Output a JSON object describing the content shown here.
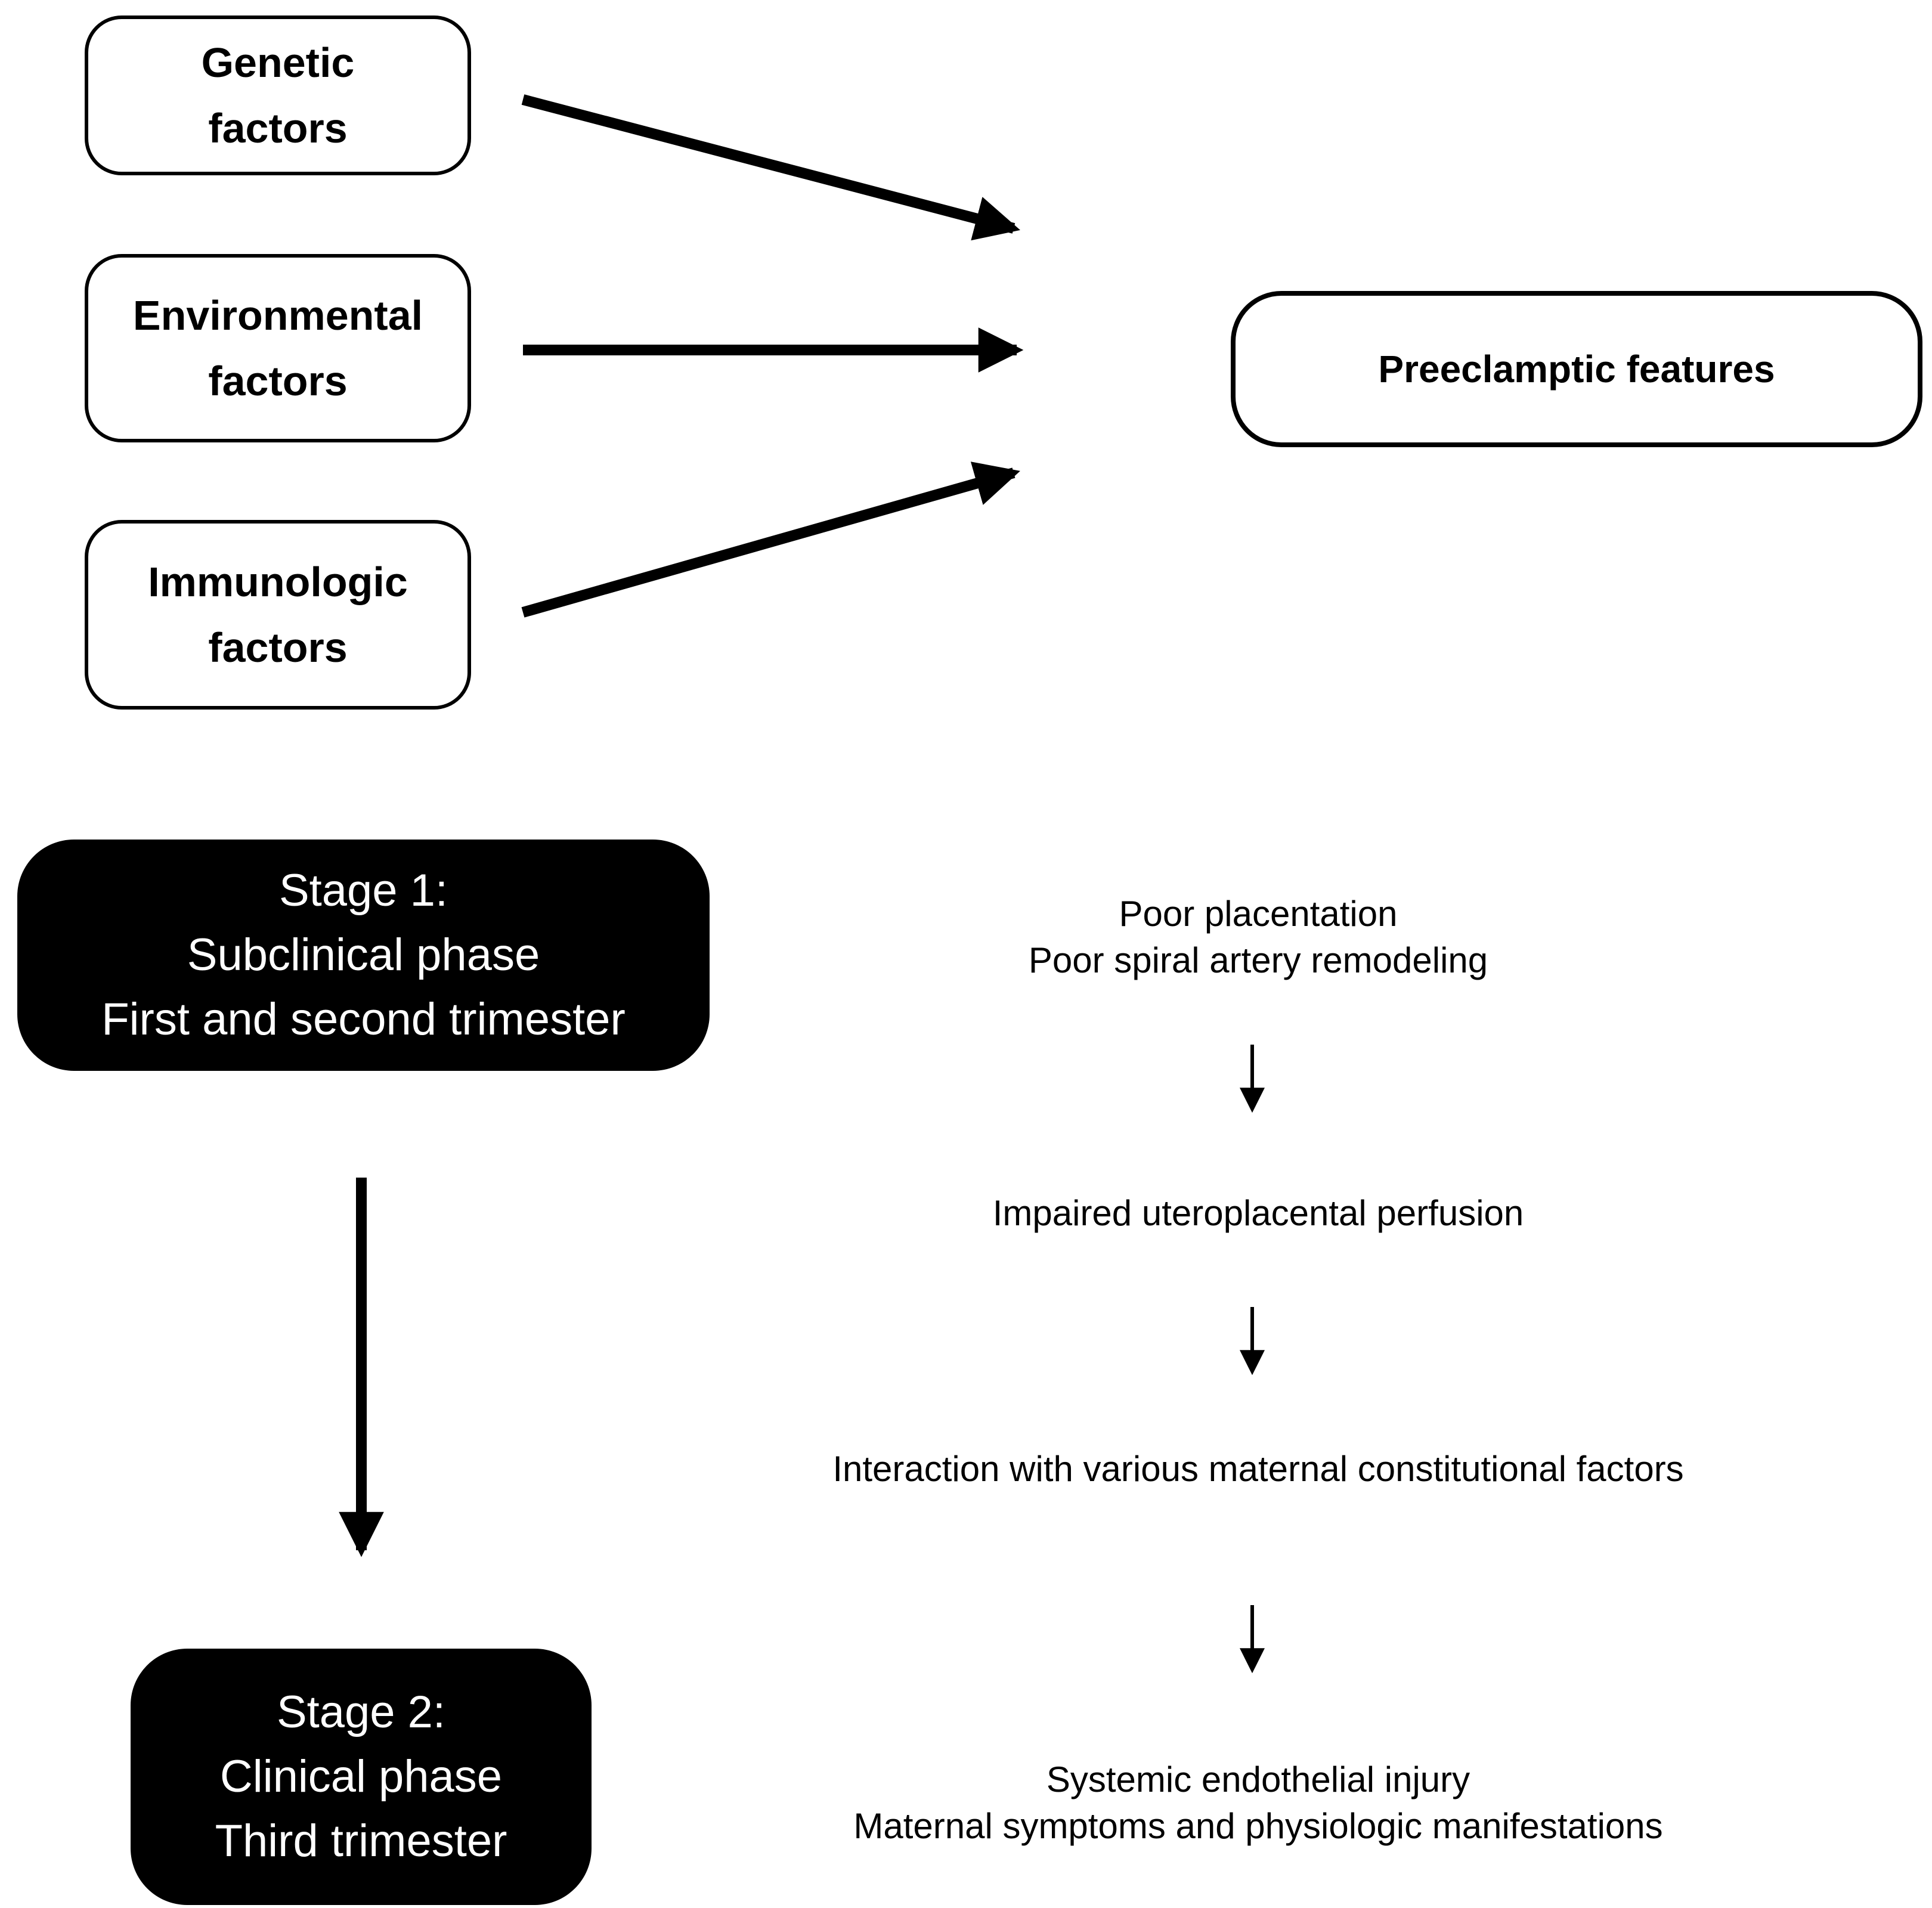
{
  "diagram": {
    "factor_boxes": [
      {
        "name": "genetic",
        "line1": "Genetic",
        "line2": "factors"
      },
      {
        "name": "environmental",
        "line1": "Environmental",
        "line2": "factors"
      },
      {
        "name": "immunologic",
        "line1": "Immunologic",
        "line2": "factors"
      }
    ],
    "outcome_box": {
      "label": "Preeclamptic features"
    },
    "stage_boxes": [
      {
        "line1": "Stage 1:",
        "line2": "Subclinical phase",
        "line3": "First and second trimester"
      },
      {
        "line1": "Stage 2:",
        "line2": "Clinical phase",
        "line3": "Third trimester"
      }
    ],
    "cascade": [
      {
        "line1": "Poor placentation",
        "line2": "Poor spiral artery remodeling"
      },
      {
        "line1": "Impaired uteroplacental perfusion"
      },
      {
        "line1": "Interaction with various maternal constitutional factors"
      },
      {
        "line1": "Systemic endothelial injury",
        "line2": "Maternal symptoms and physiologic manifestations"
      }
    ],
    "colors": {
      "ink": "#000000",
      "paper": "#ffffff",
      "stage_box_background": "#000000",
      "stage_box_text": "#ffffff"
    }
  }
}
